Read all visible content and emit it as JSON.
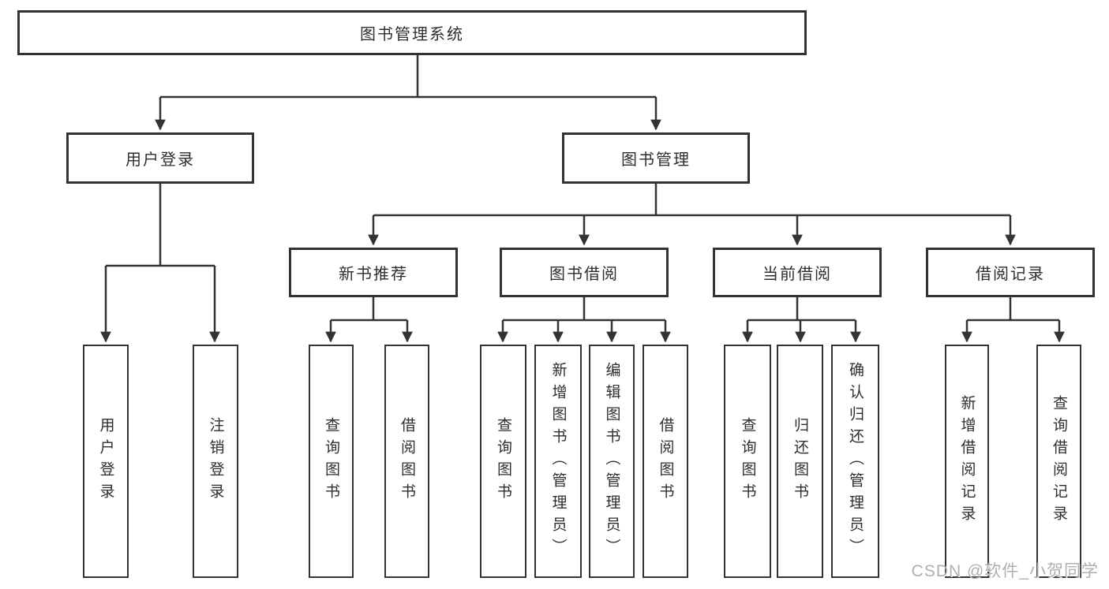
{
  "nodes": {
    "root": "图书管理系统",
    "level2": [
      "用户登录",
      "图书管理"
    ],
    "level3": [
      "新书推荐",
      "图书借阅",
      "当前借阅",
      "借阅记录"
    ],
    "leaves": {
      "user_login": [
        "用户登录",
        "注销登录"
      ],
      "new_book": [
        "查询图书",
        "借阅图书"
      ],
      "book_borrow": [
        "查询图书",
        "新增图书（管理员）",
        "编辑图书（管理员）",
        "借阅图书"
      ],
      "current_borrow": [
        "查询图书",
        "归还图书",
        "确认归还（管理员）"
      ],
      "borrow_records": [
        "新增借阅记录",
        "查询借阅记录"
      ]
    }
  },
  "watermark": "CSDN @软件_小贺同学",
  "colors": {
    "line": "#333333",
    "text": "#2e2e2e",
    "background": "#ffffff",
    "watermark": "#a8a8a8"
  }
}
